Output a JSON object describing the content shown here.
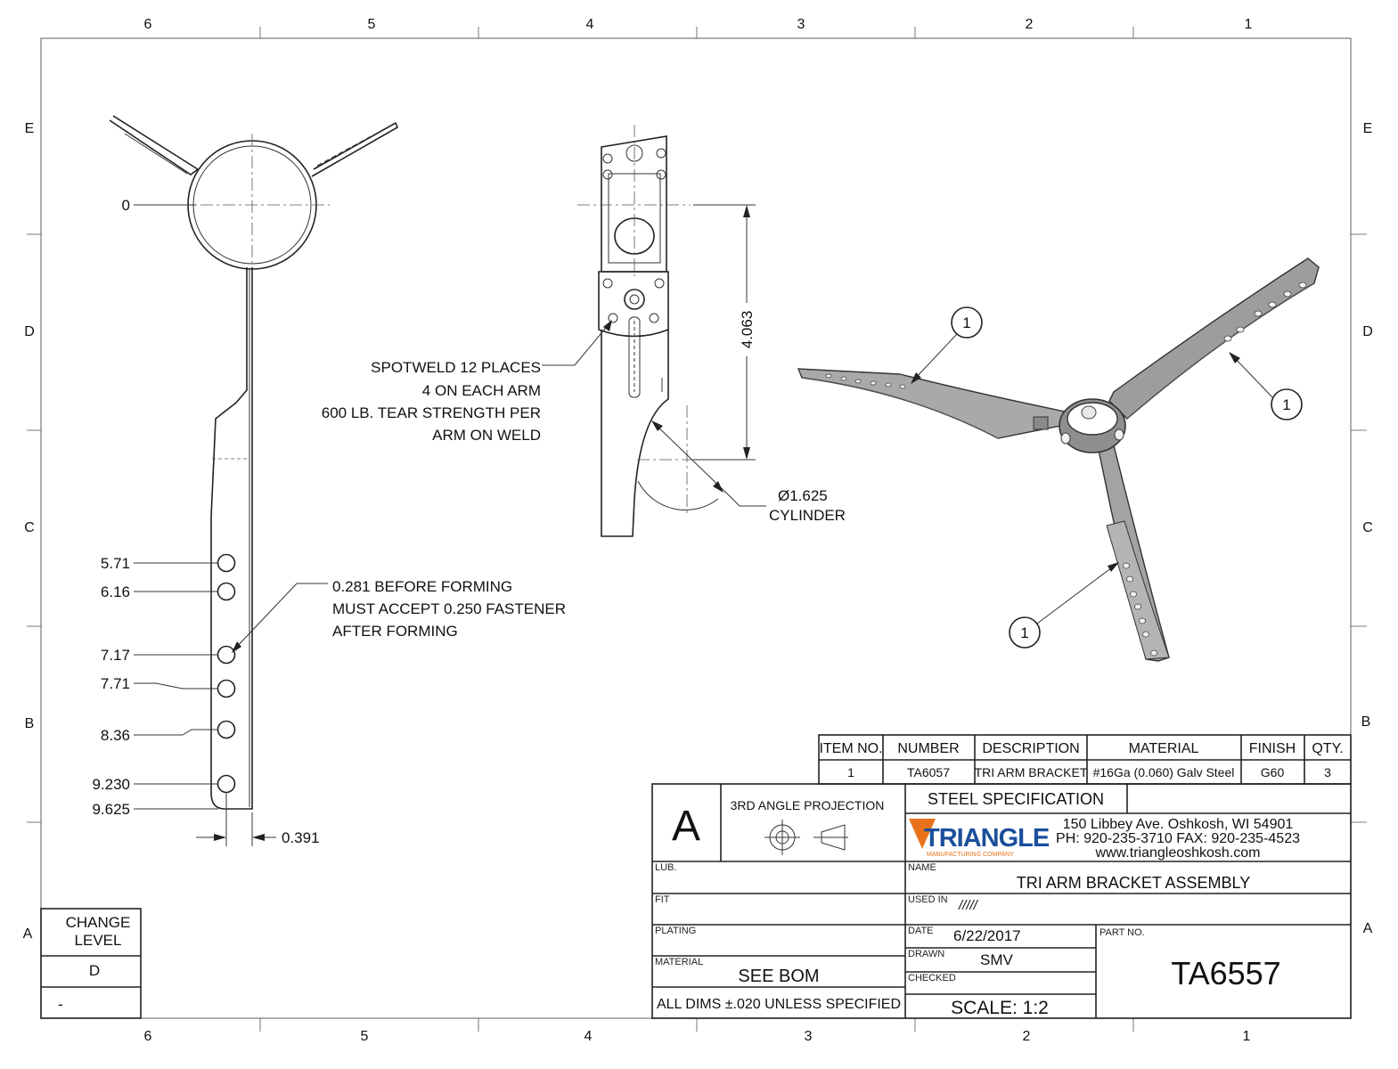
{
  "zones": {
    "columns": [
      "6",
      "5",
      "4",
      "3",
      "2",
      "1"
    ],
    "rows": [
      "E",
      "D",
      "C",
      "B",
      "A"
    ]
  },
  "front_view": {
    "top_dim": "0",
    "hole_positions": [
      "5.71",
      "6.16",
      "7.17",
      "7.71",
      "8.36",
      "9.230",
      "9.625"
    ],
    "width_dim": "0.391",
    "hole_note": [
      "0.281 BEFORE FORMING",
      "MUST ACCEPT 0.250 FASTENER",
      "AFTER FORMING"
    ]
  },
  "side_view": {
    "weld_note": [
      "SPOTWELD 12 PLACES",
      "4 ON EACH ARM",
      "600 LB. TEAR STRENGTH PER",
      "ARM ON WELD"
    ],
    "height_dim": "4.063",
    "cylinder_dim": "Ø1.625",
    "cylinder_label": "CYLINDER"
  },
  "iso_view": {
    "balloons": [
      "1",
      "1",
      "1"
    ]
  },
  "bom": {
    "headers": [
      "ITEM NO.",
      "NUMBER",
      "DESCRIPTION",
      "MATERIAL",
      "FINISH",
      "QTY."
    ],
    "rows": [
      [
        "1",
        "TA6057",
        "TRI ARM BRACKET",
        "#16Ga (0.060) Galv Steel",
        "G60",
        "3"
      ]
    ]
  },
  "title_block": {
    "size": "A",
    "projection": "3RD ANGLE PROJECTION",
    "spec": "STEEL SPECIFICATION",
    "company": {
      "logo_text": "TRIANGLE",
      "logo_sub": "MANUFACTURING COMPANY",
      "address": "150 Libbey Ave. Oshkosh, WI  54901",
      "phone": "PH:  920-235-3710 FAX:  920-235-4523",
      "web": "www.triangleoshkosh.com"
    },
    "labels": {
      "lub": "LUB.",
      "fit": "FIT",
      "plating": "PLATING",
      "material": "MATERIAL",
      "name": "NAME",
      "used_in": "USED IN",
      "date": "DATE",
      "drawn": "DRAWN",
      "checked": "CHECKED",
      "part_no": "PART NO."
    },
    "values": {
      "material": "SEE BOM",
      "tolerance": "ALL DIMS ±.020 UNLESS SPECIFIED",
      "name": "TRI ARM BRACKET ASSEMBLY",
      "used_in": "/////",
      "date": "6/22/2017",
      "drawn": "SMV",
      "scale": "SCALE: 1:2",
      "part_no": "TA6557"
    }
  },
  "change_level": {
    "title": [
      "CHANGE",
      "LEVEL"
    ],
    "level": "D",
    "note": "-"
  },
  "colors": {
    "logo_orange": "#e8731c",
    "logo_blue": "#1b4f9c",
    "iso_fill": "#9a9a9a"
  }
}
